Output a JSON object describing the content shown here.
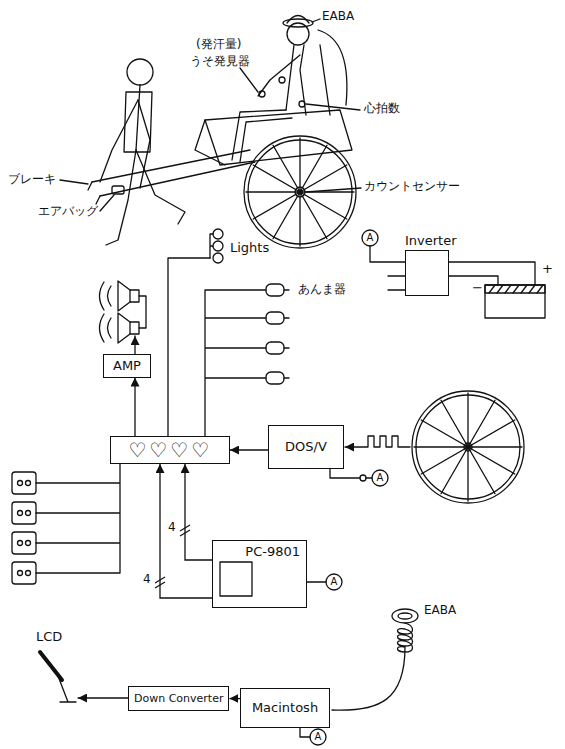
{
  "diagram": {
    "nodes": [
      {
        "text": [
          "Inverter"
        ]
      },
      {
        "text": [
          "AMP"
        ]
      },
      {
        "text": [
          "♡♡♡♡"
        ]
      },
      {
        "text": [
          "DOS/V"
        ]
      },
      {
        "text": [
          "PC-9801"
        ]
      },
      {
        "text": [
          "Down Converter"
        ]
      },
      {
        "text": [
          "Macintosh"
        ]
      }
    ],
    "edges": [
      {
        "from": 2,
        "to": 1,
        "arrow": "to"
      },
      {
        "from": 3,
        "to": 2,
        "arrow": "to"
      },
      {
        "from": 4,
        "to": 2,
        "label": "4",
        "arrow": "to"
      },
      {
        "from": 4,
        "to": 2,
        "label": "4",
        "arrow": "to"
      },
      {
        "from": 6,
        "to": 5,
        "arrow": "to"
      }
    ],
    "labels": [
      "EABA",
      "(発汗量)",
      "うそ発見器",
      "心拍数",
      "ブレーキ",
      "エアバッグ",
      "カウントセンサー",
      "Lights",
      "A",
      "−",
      "+",
      "あんま器",
      "A",
      "A",
      "LCD",
      "EABA",
      "A"
    ]
  }
}
